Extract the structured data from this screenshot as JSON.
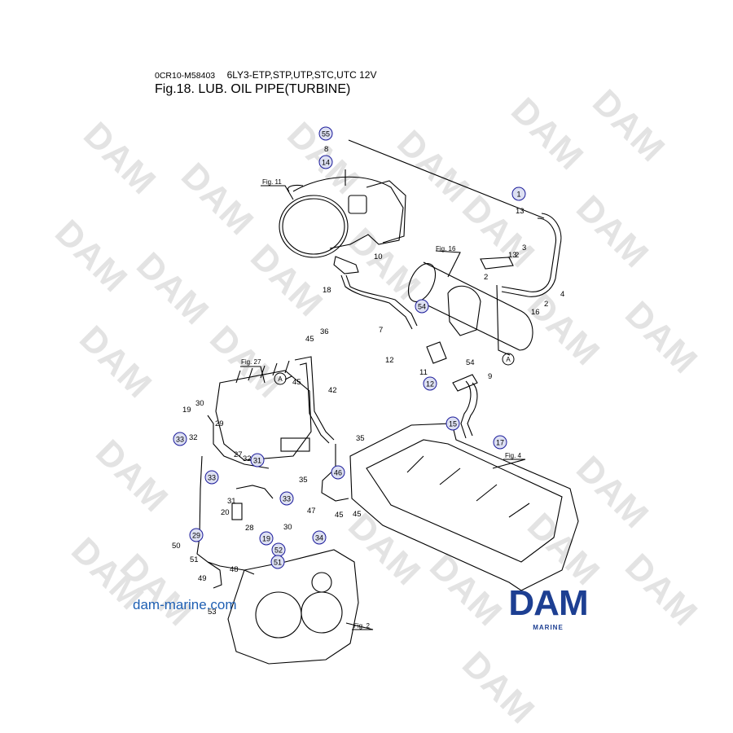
{
  "header": {
    "doc_code": "0CR10-M58403",
    "model": "6LY3-ETP,STP,UTP,STC,UTC 12V",
    "title": "Fig.18.  LUB. OIL PIPE(TURBINE)"
  },
  "references": [
    "Fig. 11",
    "Fig. 16",
    "Fig. 27",
    "Fig. 4",
    "Fig. 2"
  ],
  "view_markers": [
    "A",
    "A",
    "A"
  ],
  "part_labels": [
    "8",
    "13",
    "3",
    "13",
    "2",
    "2",
    "10",
    "18",
    "7",
    "36",
    "45",
    "45",
    "42",
    "12",
    "11",
    "54",
    "9",
    "19",
    "30",
    "29",
    "32",
    "27",
    "32",
    "35",
    "35",
    "47",
    "45",
    "45",
    "31",
    "20",
    "28",
    "30",
    "50",
    "51",
    "48",
    "49",
    "53",
    "16",
    "4",
    "2"
  ],
  "circled_part_labels": [
    "55",
    "14",
    "1",
    "54",
    "12",
    "15",
    "17",
    "33",
    "33",
    "31",
    "33",
    "46",
    "19",
    "52",
    "51",
    "34",
    "29"
  ],
  "watermark_text": "DAM",
  "footer": {
    "website": "dam-marine.com",
    "logo_text": "DAM",
    "logo_subtext": "MARINE"
  },
  "colors": {
    "callout_circle": "#1a1a9a",
    "watermark": "#e3e3e3",
    "logo": "#1d3f92",
    "url": "#1e5fb3"
  }
}
